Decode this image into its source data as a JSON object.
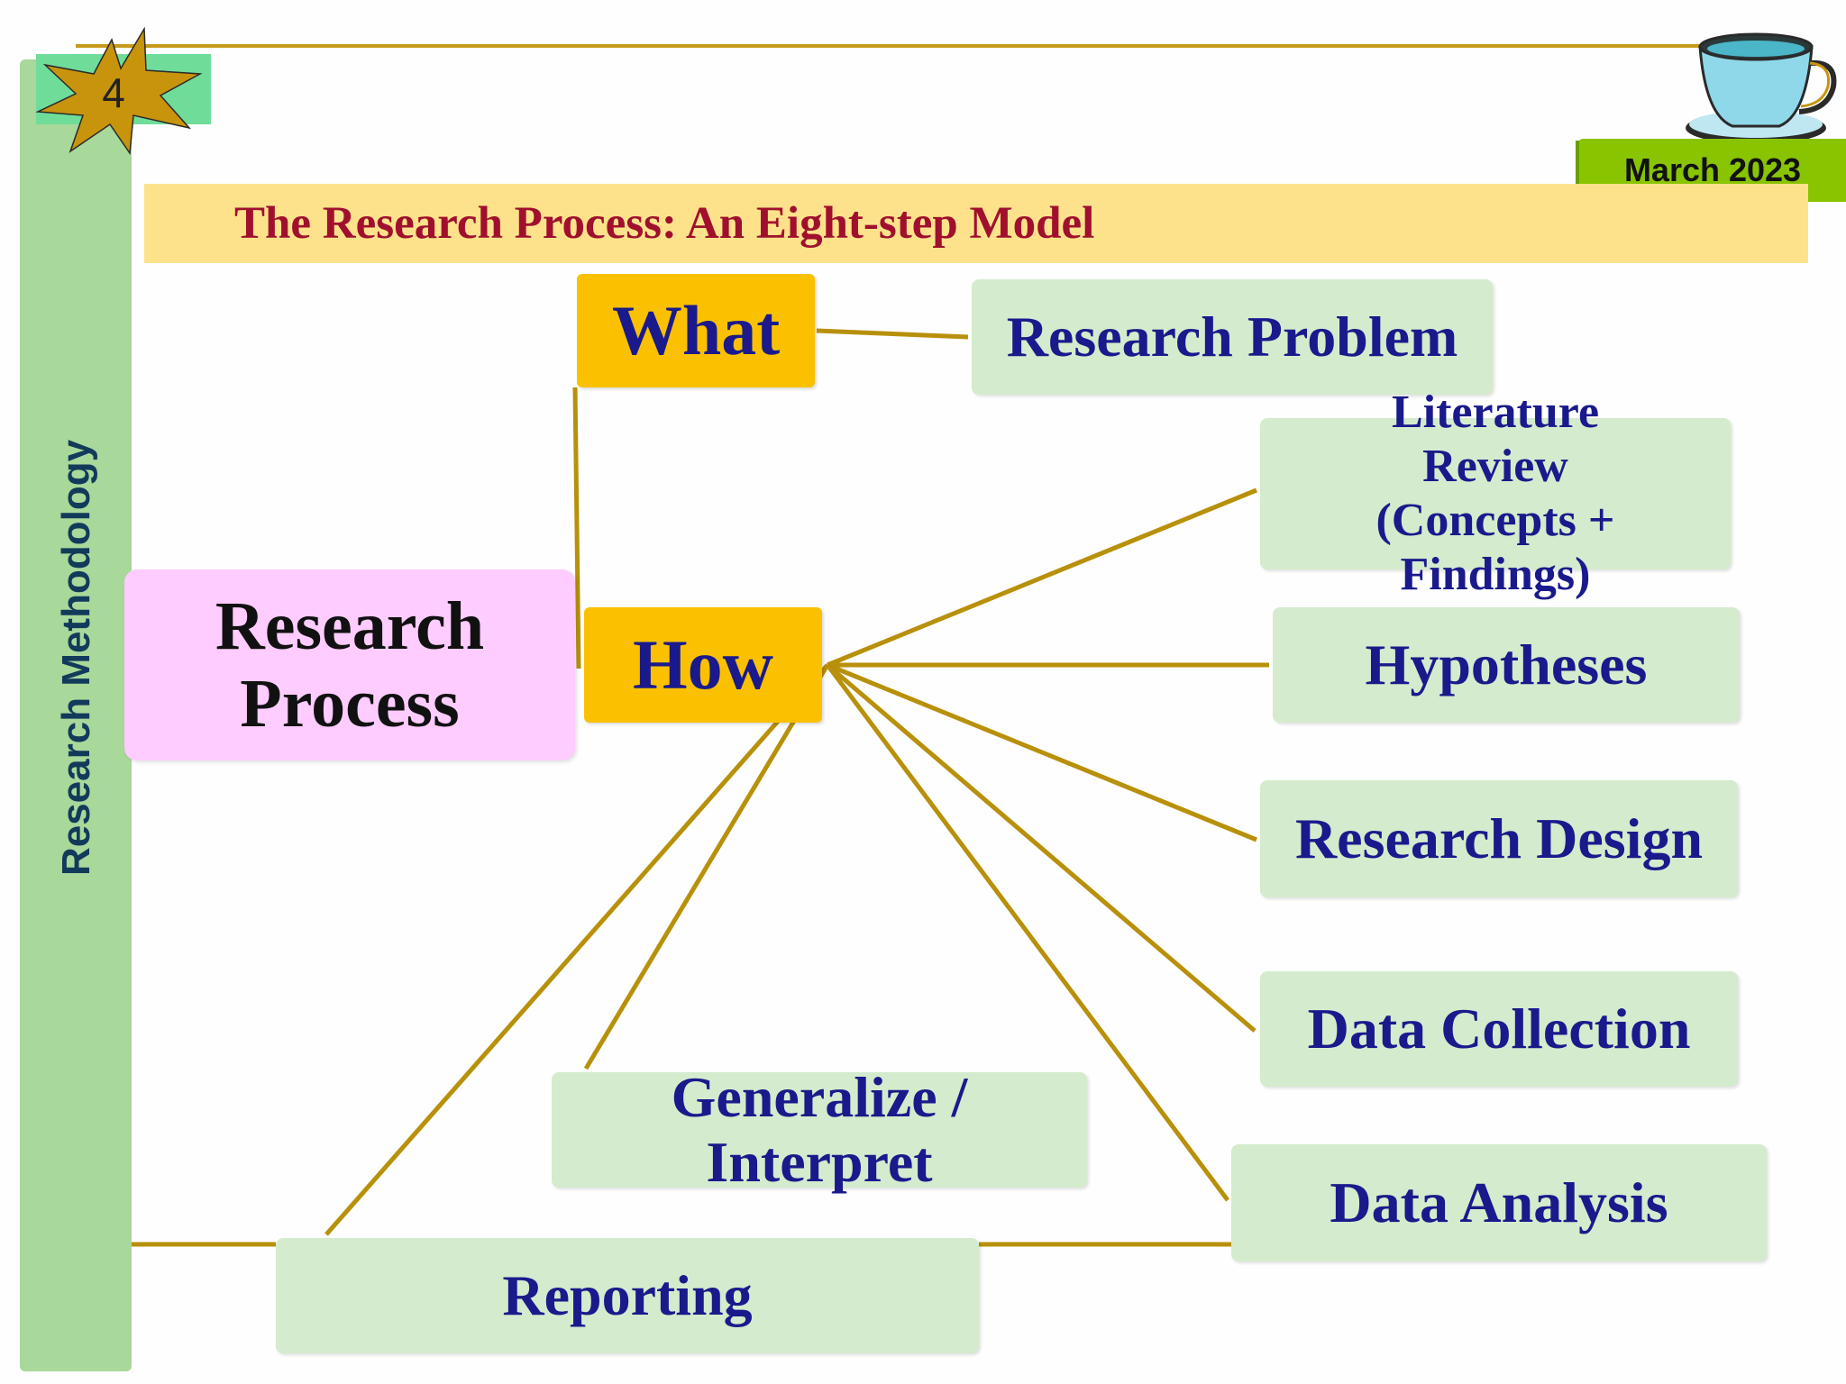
{
  "slide": {
    "number": "4",
    "date": "March 2023",
    "sidebar_label": "Research Methodology",
    "title": "The Research Process: An Eight-step Model"
  },
  "diagram": {
    "root": "Research Process",
    "what": "What",
    "how": "How",
    "research_problem": "Research Problem",
    "literature_review": "Literature Review (Concepts + Findings)",
    "hypotheses": "Hypotheses",
    "research_design": "Research Design",
    "data_collection": "Data Collection",
    "data_analysis": "Data Analysis",
    "generalize": "Generalize / Interpret",
    "reporting": "Reporting"
  },
  "colors": {
    "accent_line": "#b8900a",
    "sidebar_green": "#a8d89a",
    "title_band": "#fde28b",
    "title_text": "#a0102e",
    "step_box": "#d5ebcd",
    "what_how_box": "#fbc100",
    "root_box": "#ffccff",
    "box_text": "#1a1a8c",
    "date_badge": "#88c400"
  }
}
